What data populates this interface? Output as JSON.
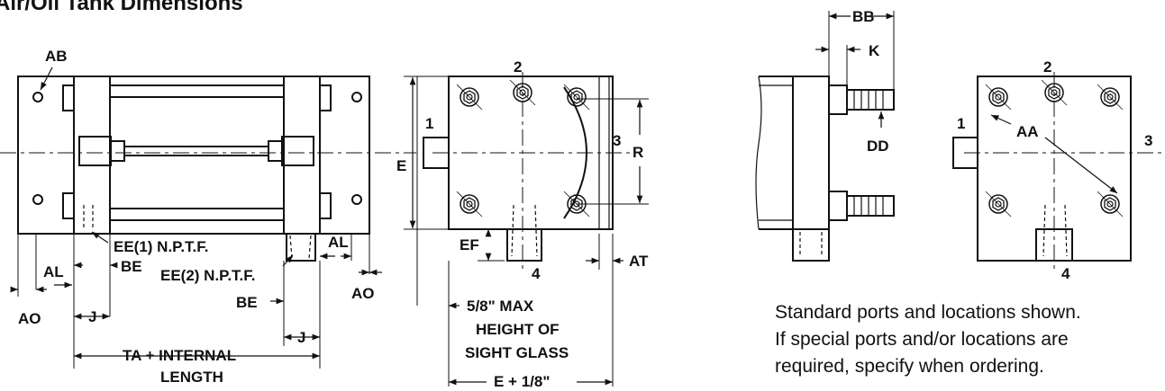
{
  "title": "Air/Oil Tank Dimensions",
  "labels": {
    "ab": "AB",
    "ee1": "EE(1) N.P.T.F.",
    "ee2": "EE(2) N.P.T.F.",
    "al": "AL",
    "al2": "AL",
    "be": "BE",
    "be2": "BE",
    "ao": "AO",
    "ao2": "AO",
    "j": "J",
    "j2": "J",
    "ta1": "TA + INTERNAL",
    "ta2": "LENGTH",
    "e": "E",
    "ef": "EF",
    "r": "R",
    "at": "AT",
    "mh1": "5/8\" MAX",
    "mh2": "HEIGHT OF",
    "mh3": "SIGHT GLASS",
    "e8": "E + 1/8\"",
    "bb": "BB",
    "k": "K",
    "dd": "DD",
    "aa": "AA",
    "p1": "1",
    "p2": "2",
    "p3": "3",
    "p4": "4",
    "q1": "1",
    "q2": "2",
    "q3": "3",
    "q4": "4"
  },
  "note": {
    "line1": "Standard ports and locations shown.",
    "line2": "If special ports and/or locations are",
    "line3": "required, specify when ordering."
  }
}
